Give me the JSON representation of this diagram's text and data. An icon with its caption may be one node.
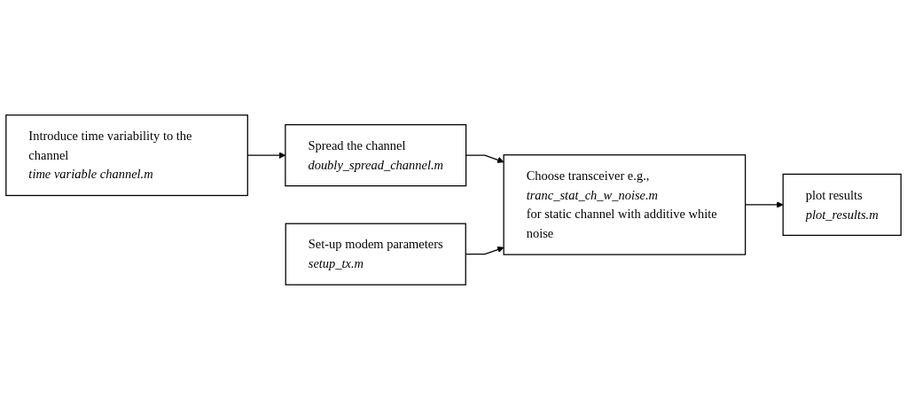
{
  "diagram": {
    "nodes": [
      {
        "text": [
          "Introduce time variability to the channel",
          "time variable channel.m"
        ]
      },
      {
        "text": [
          "Spread the channel",
          "doubly_spread_channel.m"
        ]
      },
      {
        "text": [
          "Set-up modem parameters",
          "setup_tx.m"
        ]
      },
      {
        "text": [
          "Choose transceiver e.g.,",
          "tranc_stat_ch_w_noise.m",
          "for static channel with additive white noise"
        ]
      },
      {
        "text": [
          "plot results",
          "plot_results.m"
        ]
      }
    ],
    "edges": [
      {
        "from": 0,
        "to": 1,
        "arrow": "to"
      },
      {
        "from": 1,
        "to": 3,
        "arrow": "to"
      },
      {
        "from": 2,
        "to": 3,
        "arrow": "to"
      },
      {
        "from": 3,
        "to": 4,
        "arrow": "to"
      }
    ]
  }
}
